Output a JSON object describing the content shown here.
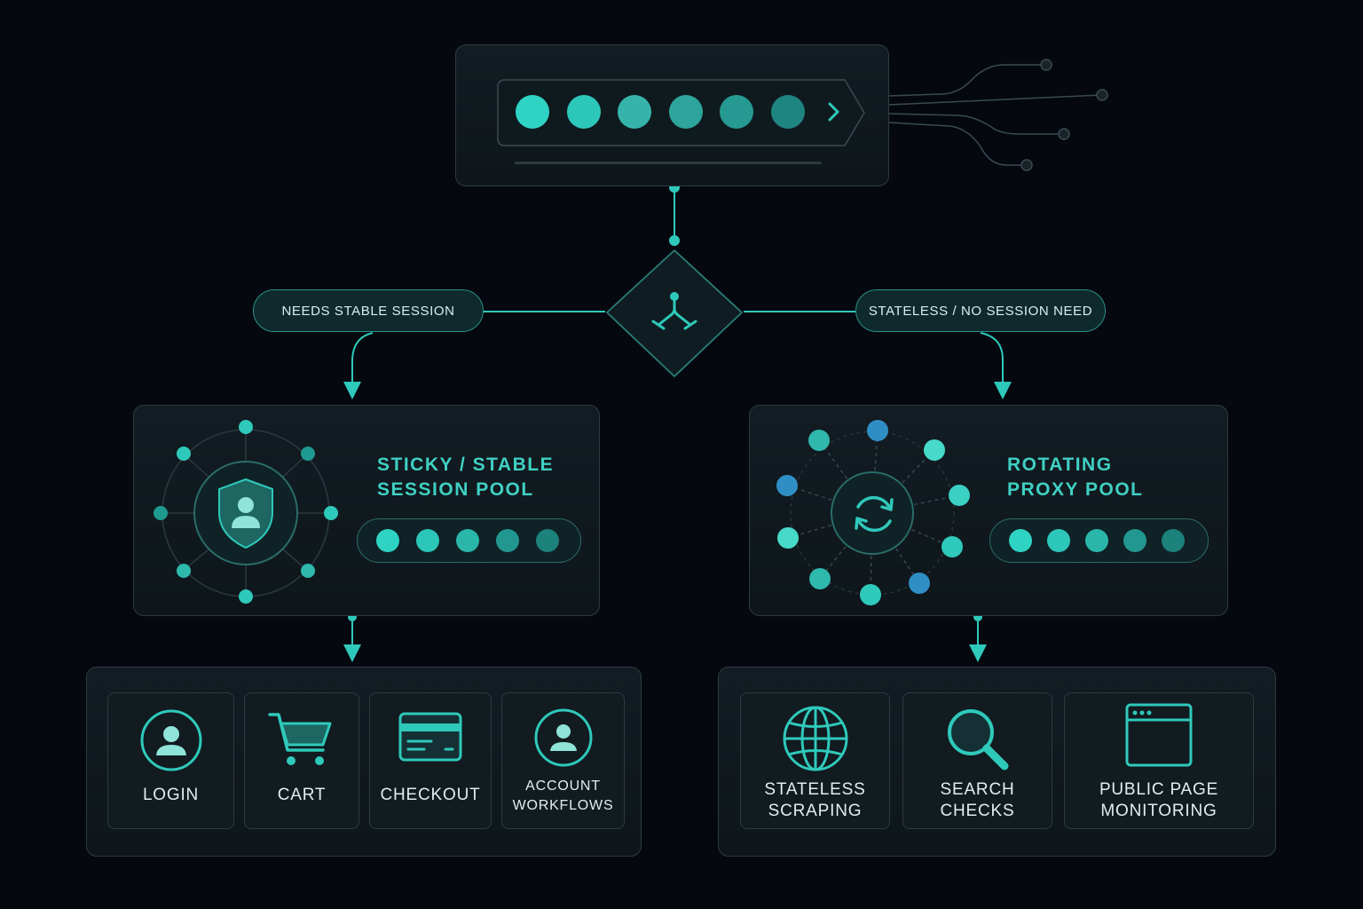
{
  "colors": {
    "background": "#05080f",
    "accent": "#2fc9bb",
    "accent_dark": "#1e7f79",
    "blue_node": "#2f8fc4",
    "panel_border": "#2c3b42",
    "label_text": "#e3ecee"
  },
  "top_queue": {
    "dots": 6,
    "icon": "chevron-right-icon"
  },
  "decision": {
    "icon": "split-arrows-icon",
    "left_label": "NEEDS STABLE SESSION",
    "right_label": "STATELESS / NO SESSION NEED"
  },
  "left_pool": {
    "title_line1": "STICKY / STABLE",
    "title_line2": "SESSION POOL",
    "icon": "shield-user-icon",
    "queue_dots": 5
  },
  "right_pool": {
    "title_line1": "ROTATING",
    "title_line2": "PROXY POOL",
    "icon": "refresh-icon",
    "queue_dots": 5
  },
  "left_use_cases": [
    {
      "label": "LOGIN",
      "icon": "user-circle-icon"
    },
    {
      "label": "CART",
      "icon": "cart-icon"
    },
    {
      "label": "CHECKOUT",
      "icon": "credit-card-icon"
    },
    {
      "label_line1": "ACCOUNT",
      "label_line2": "WORKFLOWS",
      "icon": "user-circle-icon"
    }
  ],
  "right_use_cases": [
    {
      "label_line1": "STATELESS",
      "label_line2": "SCRAPING",
      "icon": "globe-icon"
    },
    {
      "label_line1": "SEARCH",
      "label_line2": "CHECKS",
      "icon": "search-icon"
    },
    {
      "label_line1": "PUBLIC PAGE",
      "label_line2": "MONITORING",
      "icon": "browser-window-icon"
    }
  ]
}
